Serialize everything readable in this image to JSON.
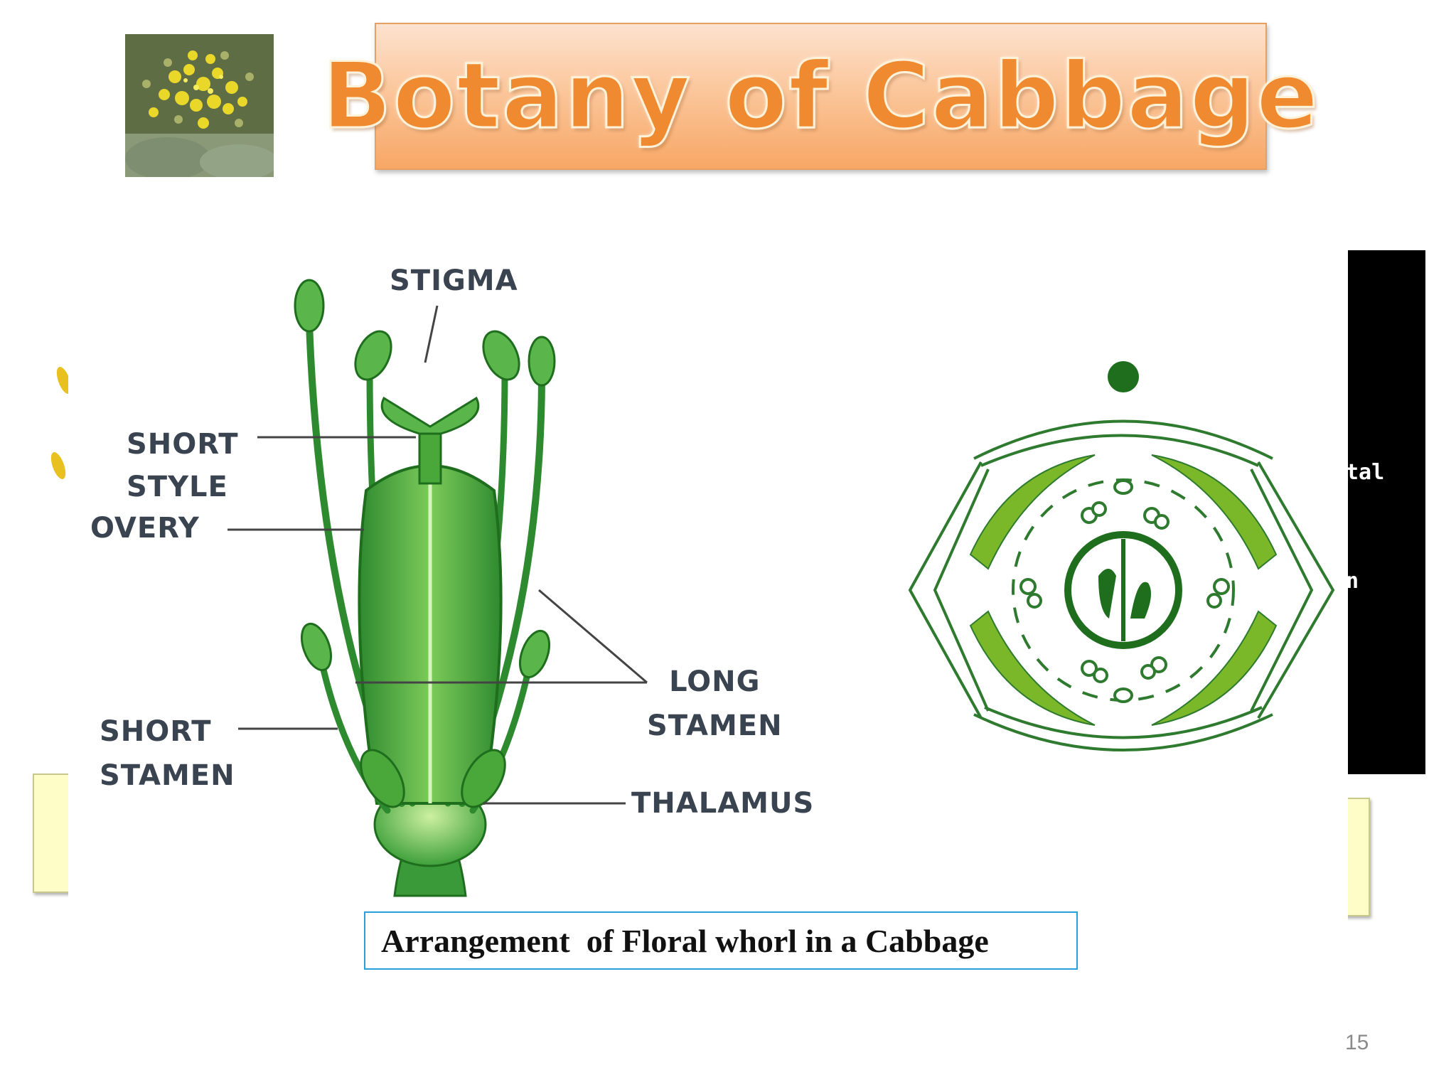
{
  "slide": {
    "title": "Botany of Cabbage",
    "page_number": "15",
    "caption": "Arrangement  of Floral whorl in a Cabbage"
  },
  "flower_diagram": {
    "labels": {
      "stigma": "STIGMA",
      "short_style": "SHORT\nSTYLE",
      "overy": "OVERY",
      "short_stamen": "SHORT\nSTAMEN",
      "long_stamen": "LONG\nSTAMEN",
      "thalamus": "THALAMUS"
    }
  },
  "black_panel": {
    "fragment_1": "tal",
    "fragment_2": "n"
  },
  "colors": {
    "title_text": "#f08a30",
    "title_box_top": "#fde2cf",
    "title_box_bottom": "#f7a765",
    "plant_green": "#2e9a2e",
    "floral_dark_green": "#1e6e1e",
    "floral_light_green": "#7ab82a",
    "caption_border": "#2aa0d8",
    "callout_yellow": "#fefdc8"
  }
}
